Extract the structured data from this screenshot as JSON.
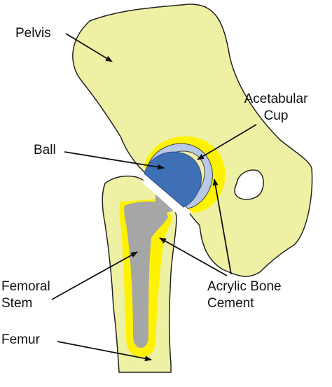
{
  "labels": {
    "pelvis": "Pelvis",
    "acetabular_cup": [
      "Acetabular",
      "Cup"
    ],
    "ball": "Ball",
    "femoral_stem": [
      "Femoral",
      "Stem"
    ],
    "acrylic_bone_cement": [
      "Acrylic Bone",
      "Cement"
    ],
    "femur": "Femur"
  },
  "colors": {
    "bone": "#EEF0A3",
    "bone_outline": "#222222",
    "cement": "#FFF200",
    "cup": "#B7C9E6",
    "ball": "#3F6FB5",
    "stem": "#A6A6A6"
  }
}
